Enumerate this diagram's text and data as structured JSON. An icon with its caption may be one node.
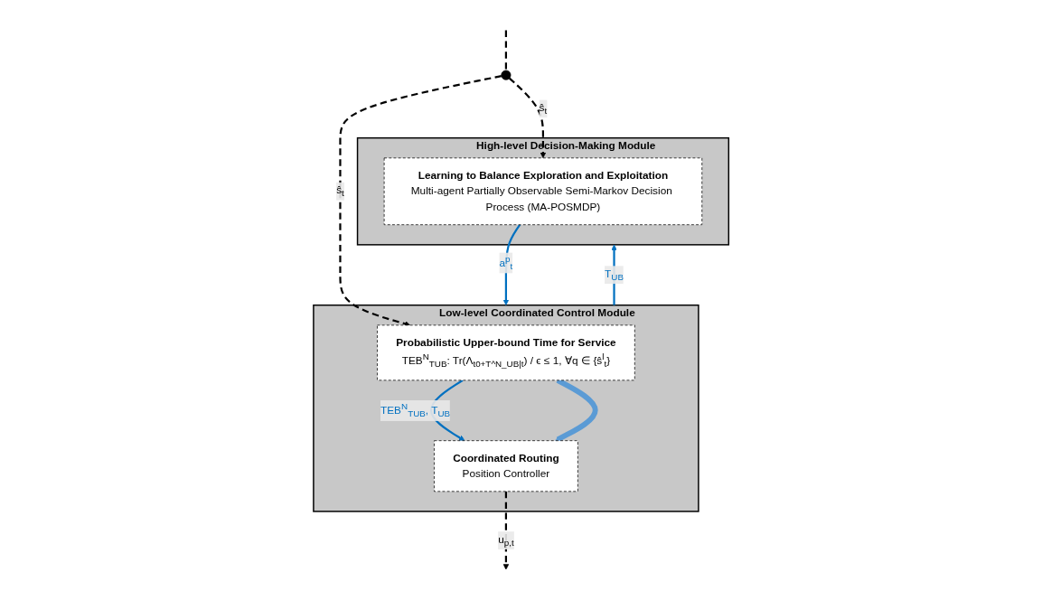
{
  "diagram": {
    "nodes": [
      {
        "text": [
          "High-level Decision-Making Module"
        ]
      },
      {
        "text": [
          "Learning to Balance Exploration and Exploitation",
          "Multi-agent Partially Observable Semi-Markov Decision Process (MA-POSMDP)"
        ],
        "in": 0
      },
      {
        "text": [
          "Low-level Coordinated Control Module"
        ]
      },
      {
        "text": [
          "Probabilistic Upper-bound Time for Service",
          "TEB$^{N}$$_{TUB}$: Tr(Λ$_{t0+T^N_UB|t}$) / ϵ ≤ 1, ∀q ∈ {ŝ$^{l}$$_{t}$}"
        ],
        "in": 2
      },
      {
        "text": [
          "Coordinated Routing",
          "Position Controller"
        ],
        "in": 2
      },
      {
        "text": [],
        "shape": "circle"
      }
    ],
    "edges": [
      {
        "from": null,
        "to": 5,
        "arrow": "none",
        "style": "dashed"
      },
      {
        "from": 5,
        "to": 1,
        "arrow": "to",
        "style": "dashed",
        "label": "ŝ$_{t}$"
      },
      {
        "from": 5,
        "to": 3,
        "arrow": "to",
        "style": "dashed",
        "label": "ŝ$_{t}$"
      },
      {
        "from": 2,
        "to": 0,
        "arrow": "to",
        "color": "#0070c0",
        "label": "T$_{UB}$"
      },
      {
        "from": 1,
        "to": 2,
        "arrow": "to",
        "color": "#0070c0",
        "label": "a$^{p}$$_{t}$"
      },
      {
        "from": 3,
        "to": 4,
        "arrow": "to",
        "color": "#0070c0",
        "label": "TEB$^{N}$$_{TUB}$, T$_{UB}$"
      },
      {
        "from": 3,
        "to": 4,
        "arrow": "to",
        "style": "thick",
        "color": "#5b9bd5"
      },
      {
        "from": 4,
        "to": null,
        "arrow": "to",
        "style": "dashed",
        "label": "u$_{p,t}$"
      }
    ]
  }
}
